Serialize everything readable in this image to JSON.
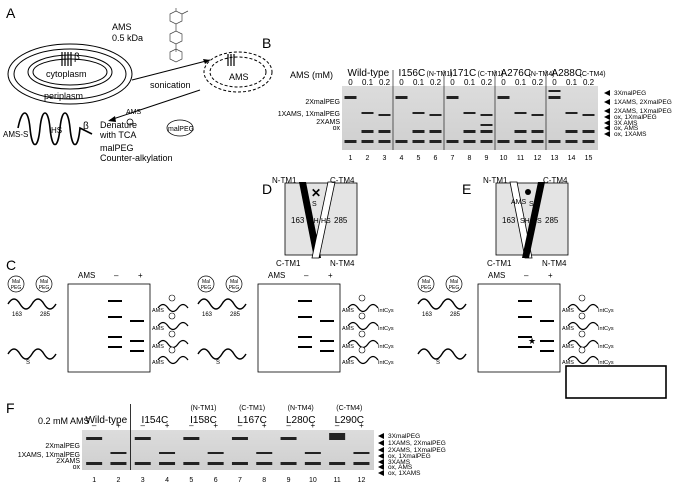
{
  "panels": {
    "A": "A",
    "B": "B",
    "C": "C",
    "D": "D",
    "E": "E",
    "F": "F"
  },
  "A": {
    "ams_title": "AMS",
    "ams_size": "0.5 kDa",
    "beta": "β",
    "cytoplasm": "cytoplasm",
    "periplasm": "periplasm",
    "sonication": "sonication",
    "vesicle_label": "AMS",
    "denature_1": "Denature",
    "denature_2": "with TCA",
    "malpeg_step": "malPEG",
    "counter": "Counter-alkylation",
    "ams_s": "AMS-S",
    "hs": "HS",
    "ams_tag": "AMS",
    "malpeg_tag": "malPEG"
  },
  "B": {
    "ams_mM": "AMS (mM)",
    "groups": [
      {
        "name": "Wild-type",
        "sub": ""
      },
      {
        "name": "I156C",
        "sub": "(N-TM1)"
      },
      {
        "name": "I171C",
        "sub": "(C-TM1)"
      },
      {
        "name": "A276C",
        "sub": "(N-TM4)"
      },
      {
        "name": "A288C",
        "sub": "(C-TM4)"
      }
    ],
    "conc": [
      "0",
      "0.1",
      "0.2"
    ],
    "lanes": [
      "1",
      "2",
      "3",
      "4",
      "5",
      "6",
      "7",
      "8",
      "9",
      "10",
      "11",
      "12",
      "13",
      "14",
      "15"
    ],
    "left_labels": [
      "2XmalPEG",
      "1XAMS, 1XmalPEG",
      "2XAMS",
      "ox"
    ],
    "right_labels": [
      "3XmalPEG",
      "1XAMS, 2XmalPEG",
      "2XAMS, 1XmalPEG",
      "ox, 1XmalPEG",
      "3X AMS",
      "ox, AMS",
      "ox, 1XAMS"
    ]
  },
  "C": {
    "ams": "AMS",
    "minus": "–",
    "plus": "+",
    "mal": "Mal",
    "peg": "PEG",
    "n163": "163",
    "n285": "285",
    "intcys": "IntCys",
    "ams_small": "AMS",
    "s": "S"
  },
  "D": {
    "ntm1": "N-TM1",
    "ctm4": "C-TM4",
    "ctm1": "C-TM1",
    "ntm4": "N-TM4",
    "n163": "163",
    "n285": "285",
    "sh": "SH",
    "hs": "HS",
    "s": "S"
  },
  "E": {
    "ntm1": "N-TM1",
    "ctm4": "C-TM4",
    "ctm1": "C-TM1",
    "ntm4": "N-TM4",
    "n163": "163",
    "n285": "285",
    "sh": "SH",
    "hs": "HS",
    "ams": "AMS",
    "s": "S"
  },
  "F": {
    "ams_label": "0.2 mM AMS",
    "groups": [
      {
        "name": "Wild-type",
        "sub": ""
      },
      {
        "name": "I154C",
        "sub": ""
      },
      {
        "name": "I158C",
        "sub": "(N-TM1)"
      },
      {
        "name": "L167C",
        "sub": "(C-TM1)"
      },
      {
        "name": "L280C",
        "sub": "(N-TM4)"
      },
      {
        "name": "L290C",
        "sub": "(C-TM4)"
      }
    ],
    "pm": [
      "–",
      "+"
    ],
    "lanes": [
      "1",
      "2",
      "3",
      "4",
      "5",
      "6",
      "7",
      "8",
      "9",
      "10",
      "11",
      "12"
    ],
    "left_labels": [
      "2XmalPEG",
      "1XAMS, 1XmalPEG",
      "2XAMS",
      "ox"
    ],
    "right_labels": [
      "3XmalPEG",
      "1XAMS, 2XmalPEG",
      "2XAMS, 1XmalPEG",
      "ox, 1XmalPEG",
      "3XAMS",
      "ox, AMS",
      "ox, 1XAMS"
    ]
  }
}
